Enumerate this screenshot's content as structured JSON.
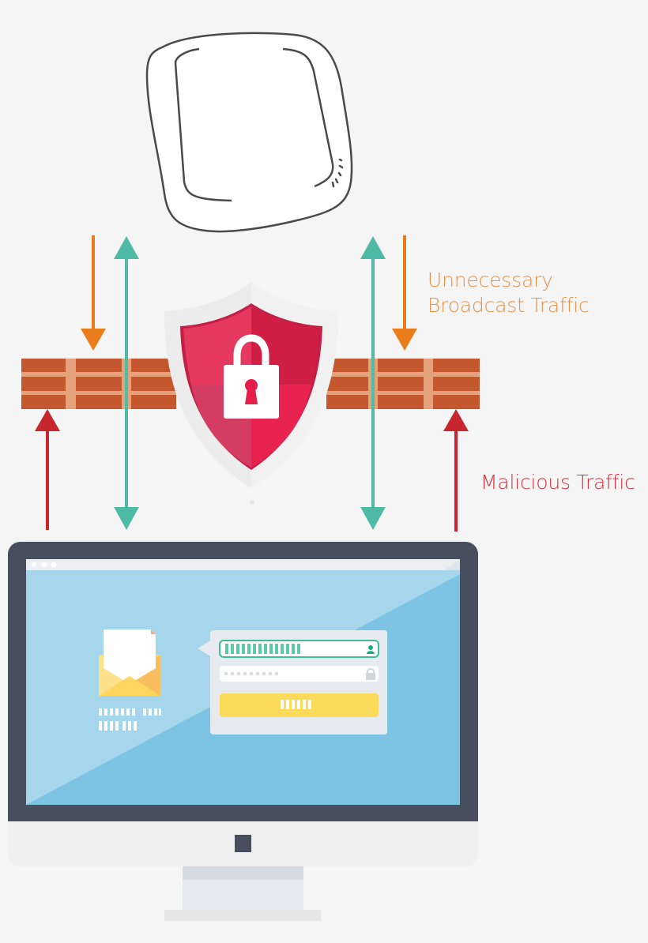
{
  "colors": {
    "background": "#f5f5f5",
    "broadcast": "#e8914a",
    "broadcast_arrow": "#ea7d1b",
    "malicious": "#d9323f",
    "malicious_arrow": "#c7262f",
    "legit_arrow": "#4fbba7",
    "brick": "#c4572d",
    "mortar": "#e3a27c",
    "shield_rim": "#ebebeb",
    "shield_red": "#e1244d",
    "bezel": "#474e5e",
    "screen_light": "#a5d6ec",
    "screen_dark": "#7dc4e4",
    "login_card": "#e7eaee",
    "login_accent": "#3fbd97",
    "login_button": "#fddb5a",
    "envelope": "#fdcf62"
  },
  "labels": {
    "broadcast_line1": "Unnecessary",
    "broadcast_line2": "Broadcast Traffic",
    "malicious": "Malicious Traffic"
  },
  "nodes": {
    "access_point": "wireless-access-point",
    "firewall": "brick-firewall",
    "shield": "security-shield-with-padlock",
    "computer": "desktop-monitor"
  },
  "flows": [
    {
      "type": "broadcast",
      "direction": "down",
      "blocked_at": "firewall",
      "x": [
        118,
        512
      ]
    },
    {
      "type": "legitimate",
      "direction": "bidirectional",
      "passes_firewall": true,
      "x": [
        160,
        472
      ]
    },
    {
      "type": "malicious",
      "direction": "up",
      "blocked_at": "firewall",
      "x": [
        60,
        577
      ]
    }
  ],
  "screen": {
    "window_dots": 3,
    "login_form": {
      "username_field": "filled",
      "password_dots": 9,
      "submit_button_bars": 6
    },
    "email_caption_rows": [
      [
        7,
        4
      ],
      [
        4,
        3
      ]
    ]
  }
}
